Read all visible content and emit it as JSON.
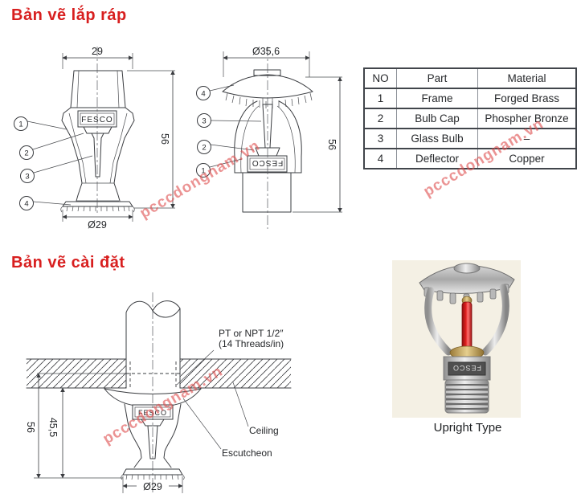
{
  "page": {
    "watermark": "pcccdongnam.vn",
    "colors": {
      "title_red": "#d81f1f",
      "watermark_pink": "#df5050",
      "bulb_red": "#cc1111",
      "photo_background": "#f4f0e4"
    }
  },
  "assembly": {
    "title": "Bản vẽ lắp ráp",
    "pendent": {
      "brand": "FESCO",
      "width_dim": "29",
      "height_dim": "56",
      "base_dim": "Ø29",
      "callouts": [
        "1",
        "2",
        "3",
        "4"
      ]
    },
    "upright": {
      "brand": "FESCO",
      "width_dim": "Ø35,6",
      "height_dim": "56",
      "callouts": [
        "4",
        "3",
        "2",
        "1"
      ]
    }
  },
  "parts_table": {
    "headers": [
      "NO",
      "Part",
      "Material"
    ],
    "rows": [
      {
        "no": "1",
        "part": "Frame",
        "material": "Forged Brass"
      },
      {
        "no": "2",
        "part": "Bulb Cap",
        "material": "Phospher Bronze"
      },
      {
        "no": "3",
        "part": "Glass Bulb",
        "material": "–"
      },
      {
        "no": "4",
        "part": "Deflector",
        "material": "Copper"
      }
    ]
  },
  "installation": {
    "title": "Bản vẽ cài đặt",
    "brand": "FESCO",
    "thread_label_line1": "PT or NPT 1/2″",
    "thread_label_line2": "(14 Threads/in)",
    "ceiling_label": "Ceiling",
    "escutcheon_label": "Escutcheon",
    "height_dim": "56",
    "below_ceiling_dim": "45,5",
    "base_dim": "Ø29"
  },
  "photo": {
    "caption": "Upright Type",
    "brand": "FESCO"
  }
}
